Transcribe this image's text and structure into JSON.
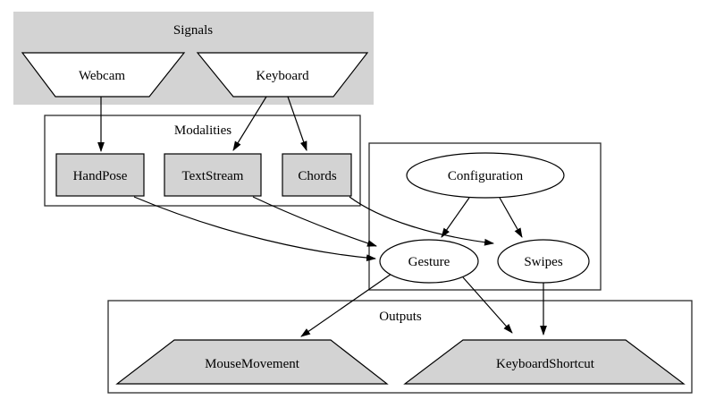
{
  "diagram": {
    "type": "graphviz-flow-diagram",
    "clusters": {
      "signals": {
        "label": "Signals"
      },
      "modalities": {
        "label": "Modalities"
      },
      "recognition": {
        "label": ""
      },
      "outputs": {
        "label": "Outputs"
      }
    },
    "nodes": {
      "webcam": {
        "label": "Webcam",
        "shape": "invtrapezium"
      },
      "keyboard": {
        "label": "Keyboard",
        "shape": "invtrapezium"
      },
      "handpose": {
        "label": "HandPose",
        "shape": "box"
      },
      "textstream": {
        "label": "TextStream",
        "shape": "box"
      },
      "chords": {
        "label": "Chords",
        "shape": "box"
      },
      "configuration": {
        "label": "Configuration",
        "shape": "ellipse"
      },
      "gesture": {
        "label": "Gesture",
        "shape": "ellipse"
      },
      "swipes": {
        "label": "Swipes",
        "shape": "ellipse"
      },
      "mousemovement": {
        "label": "MouseMovement",
        "shape": "trapezium"
      },
      "keyboardshortcut": {
        "label": "KeyboardShortcut",
        "shape": "trapezium"
      }
    },
    "edges": [
      {
        "from": "Webcam",
        "to": "HandPose"
      },
      {
        "from": "Keyboard",
        "to": "TextStream"
      },
      {
        "from": "Keyboard",
        "to": "Chords"
      },
      {
        "from": "HandPose",
        "to": "Gesture"
      },
      {
        "from": "TextStream",
        "to": "Gesture"
      },
      {
        "from": "Chords",
        "to": "Swipes"
      },
      {
        "from": "Configuration",
        "to": "Gesture"
      },
      {
        "from": "Configuration",
        "to": "Swipes"
      },
      {
        "from": "Gesture",
        "to": "MouseMovement"
      },
      {
        "from": "Gesture",
        "to": "KeyboardShortcut"
      },
      {
        "from": "Swipes",
        "to": "KeyboardShortcut"
      }
    ],
    "colors": {
      "grey_fill": "#d3d3d3",
      "white_fill": "#ffffff",
      "stroke": "#000000",
      "background": "#ffffff"
    }
  }
}
